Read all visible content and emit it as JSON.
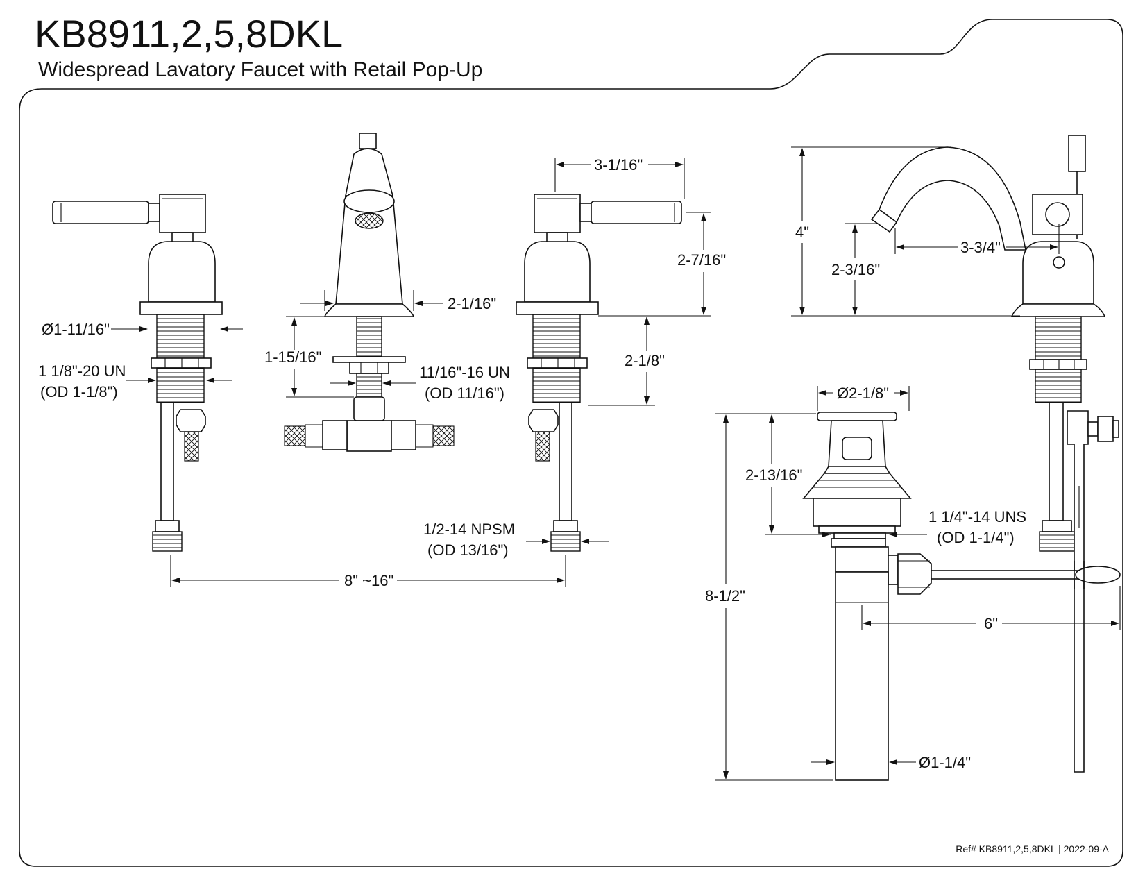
{
  "header": {
    "model": "KB8911,2,5,8DKL",
    "subtitle": "Widespread Lavatory Faucet with Retail Pop-Up"
  },
  "dimensions": {
    "handle_flange_dia": "Ø1-11/16\"",
    "handle_thread_line1": "1 1/8\"-20 UN",
    "handle_thread_line2": "(OD 1-1/8\")",
    "spout_base_width": "2-1/16\"",
    "spout_shank_length": "1-15/16\"",
    "spout_thread_line1": "11/16\"-16 UN",
    "spout_thread_line2": "(OD 11/16\")",
    "lever_reach": "3-1/16\"",
    "lever_height": "2-7/16\"",
    "shank_length": "2-1/8\"",
    "supply_thread_line1": "1/2-14 NPSM",
    "supply_thread_line2": "(OD 13/16\")",
    "center_spread": "8\" ~16\"",
    "spout_height": "4\"",
    "spout_outlet_height": "2-3/16\"",
    "spout_reach": "3-3/4\"",
    "drain_flange_dia": "Ø2-1/8\"",
    "drain_body_height": "2-13/16\"",
    "drain_thread_line1": "1 1/4\"-14 UNS",
    "drain_thread_line2": "(OD 1-1/4\")",
    "drain_total_height": "8-1/2\"",
    "pop_rod_length": "6\"",
    "tailpiece_dia": "Ø1-1/4\""
  },
  "footer": {
    "reference": "Ref# KB8911,2,5,8DKL | 2022-09-A"
  }
}
